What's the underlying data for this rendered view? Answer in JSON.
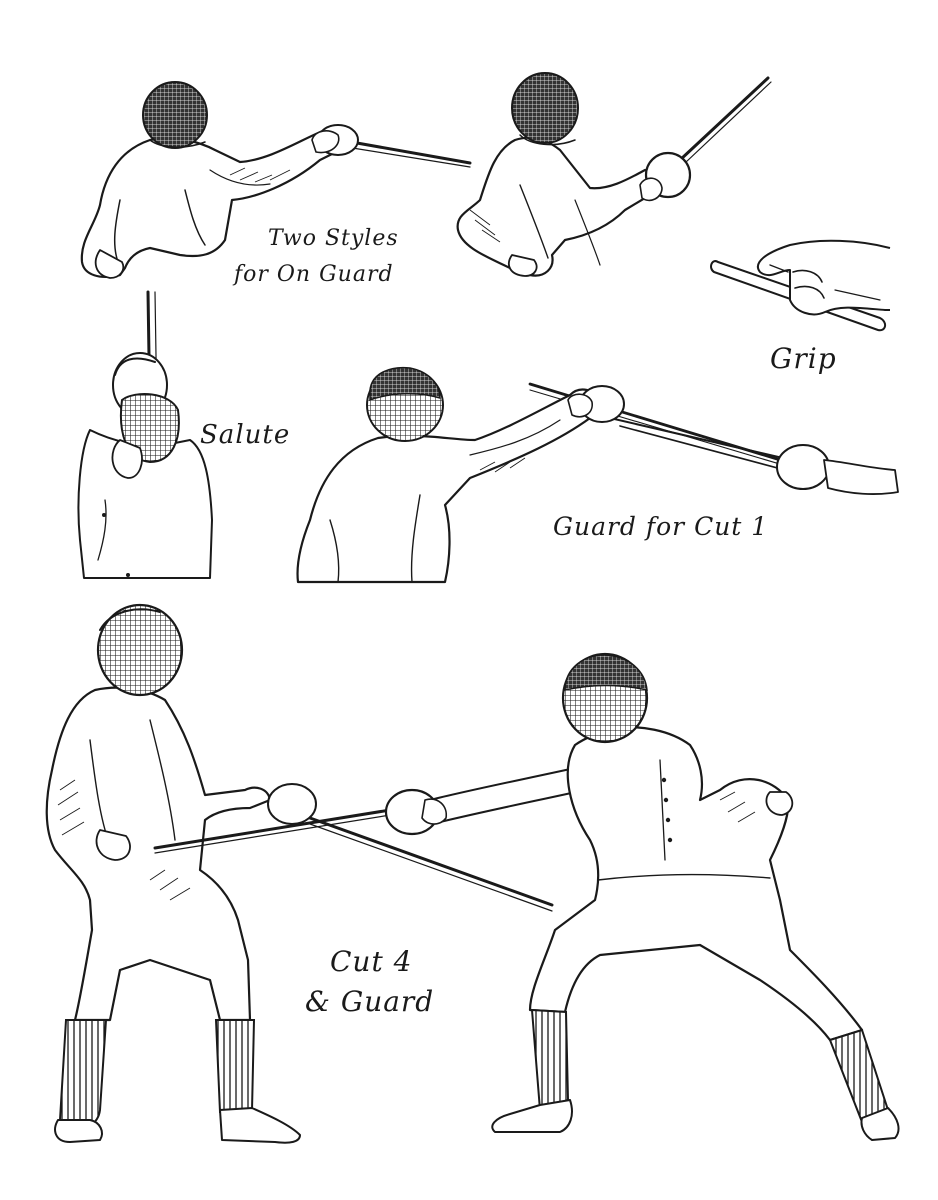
{
  "background_color": "#ffffff",
  "ink_color": "#1a1a1a",
  "captions": {
    "two_styles_line1": "Two Styles",
    "two_styles_line2": "for On Guard",
    "grip": "Grip",
    "salute": "Salute",
    "guard_cut1": "Guard for Cut 1",
    "cut4_line1": "Cut 4",
    "cut4_line2": "& Guard"
  }
}
